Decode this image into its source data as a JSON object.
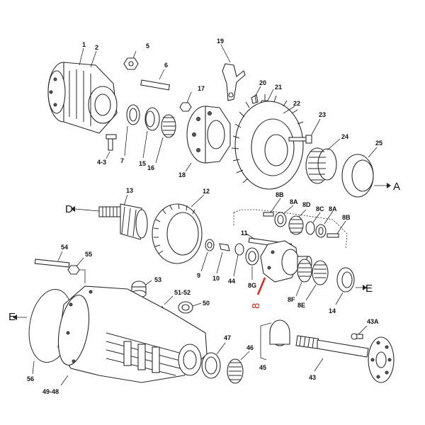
{
  "labels": {
    "l1": "1",
    "l2": "2",
    "l5": "5",
    "l6": "6",
    "l19": "19",
    "l17": "17",
    "l20": "20",
    "l21": "21",
    "l22": "22",
    "l23": "23",
    "l24": "24",
    "l25": "25",
    "l43": "4-3",
    "l7": "7",
    "l15": "15",
    "l16": "16",
    "l18": "18",
    "l13": "13",
    "l12": "12",
    "l8B1": "8B",
    "l8A1": "8A",
    "l8D": "8D",
    "l8C": "8C",
    "l8A2": "8A",
    "l8B2": "8B",
    "l11": "11",
    "l54": "54",
    "l55": "55",
    "l9": "9",
    "l10": "10",
    "l44": "44",
    "l8G": "8G",
    "l8F": "8F",
    "l8E": "8E",
    "l14": "14",
    "l53": "53",
    "l5152": "51-52",
    "l50": "50",
    "l47": "47",
    "l46": "46",
    "l45": "45",
    "l43A": "43A",
    "l43b": "43",
    "l56": "56",
    "l4948": "49-48"
  },
  "arrows": {
    "A": "A",
    "D": "D",
    "E_right": "E",
    "E_left": "E"
  },
  "highlight": {
    "label": "8",
    "color": "#e0241d"
  }
}
